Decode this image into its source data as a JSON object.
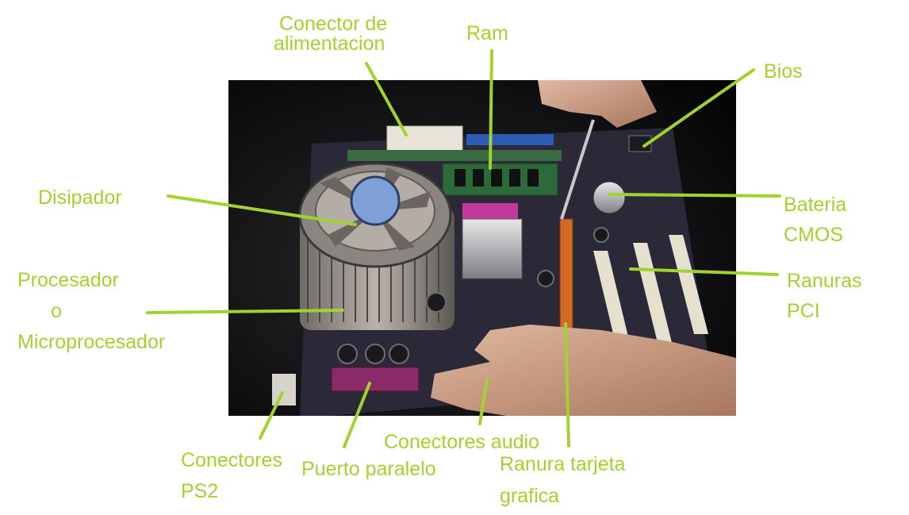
{
  "colors": {
    "label": "#a3d22e",
    "leader": "#a3d22e",
    "photo_background": "#0c0c0e",
    "board": "#2b2838"
  },
  "photo": {
    "description_icon": "motherboard-photo"
  },
  "labels": {
    "conector_line1": "Conector de",
    "conector_line2": "alimentacion",
    "ram": "Ram",
    "bios": "Bios",
    "disipador": "Disipador",
    "bateria_line1": "Bateria",
    "bateria_line2": "CMOS",
    "procesador_line1": "Procesador",
    "procesador_line2": "o",
    "procesador_line3": "Microprocesador",
    "ranuras_line1": "Ranuras",
    "ranuras_line2": "PCI",
    "audio": "Conectores audio",
    "ps2_line1": "Conectores",
    "ps2_line2": "PS2",
    "paralelo": "Puerto paralelo",
    "grafica_line1": "Ranura tarjeta",
    "grafica_line2": "grafica"
  }
}
